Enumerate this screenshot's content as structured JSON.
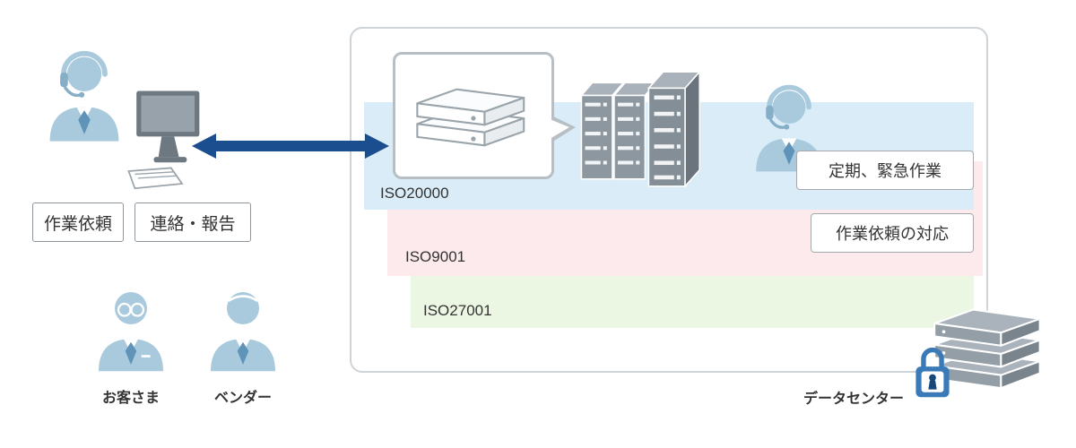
{
  "colors": {
    "arrow": "#1b4e8f",
    "person": "#a9cadd",
    "band_blue": "#d9ecf7",
    "band_pink": "#fdeaec",
    "band_green": "#ebf6e3",
    "rack": "#8d97a0",
    "lock": "#3a7ab8"
  },
  "left": {
    "boxes": [
      {
        "label": "作業依頼"
      },
      {
        "label": "連絡・報告"
      }
    ],
    "actors": [
      {
        "label": "お客さま"
      },
      {
        "label": "ベンダー"
      }
    ]
  },
  "panel": {
    "bands": [
      {
        "label": "ISO20000",
        "color": "#d9ecf7"
      },
      {
        "label": "ISO9001",
        "color": "#fdeaec"
      },
      {
        "label": "ISO27001",
        "color": "#ebf6e3"
      }
    ],
    "tasks": [
      {
        "label": "定期、緊急作業"
      },
      {
        "label": "作業依頼の対応"
      }
    ]
  },
  "datacenter": {
    "label": "データセンター"
  }
}
